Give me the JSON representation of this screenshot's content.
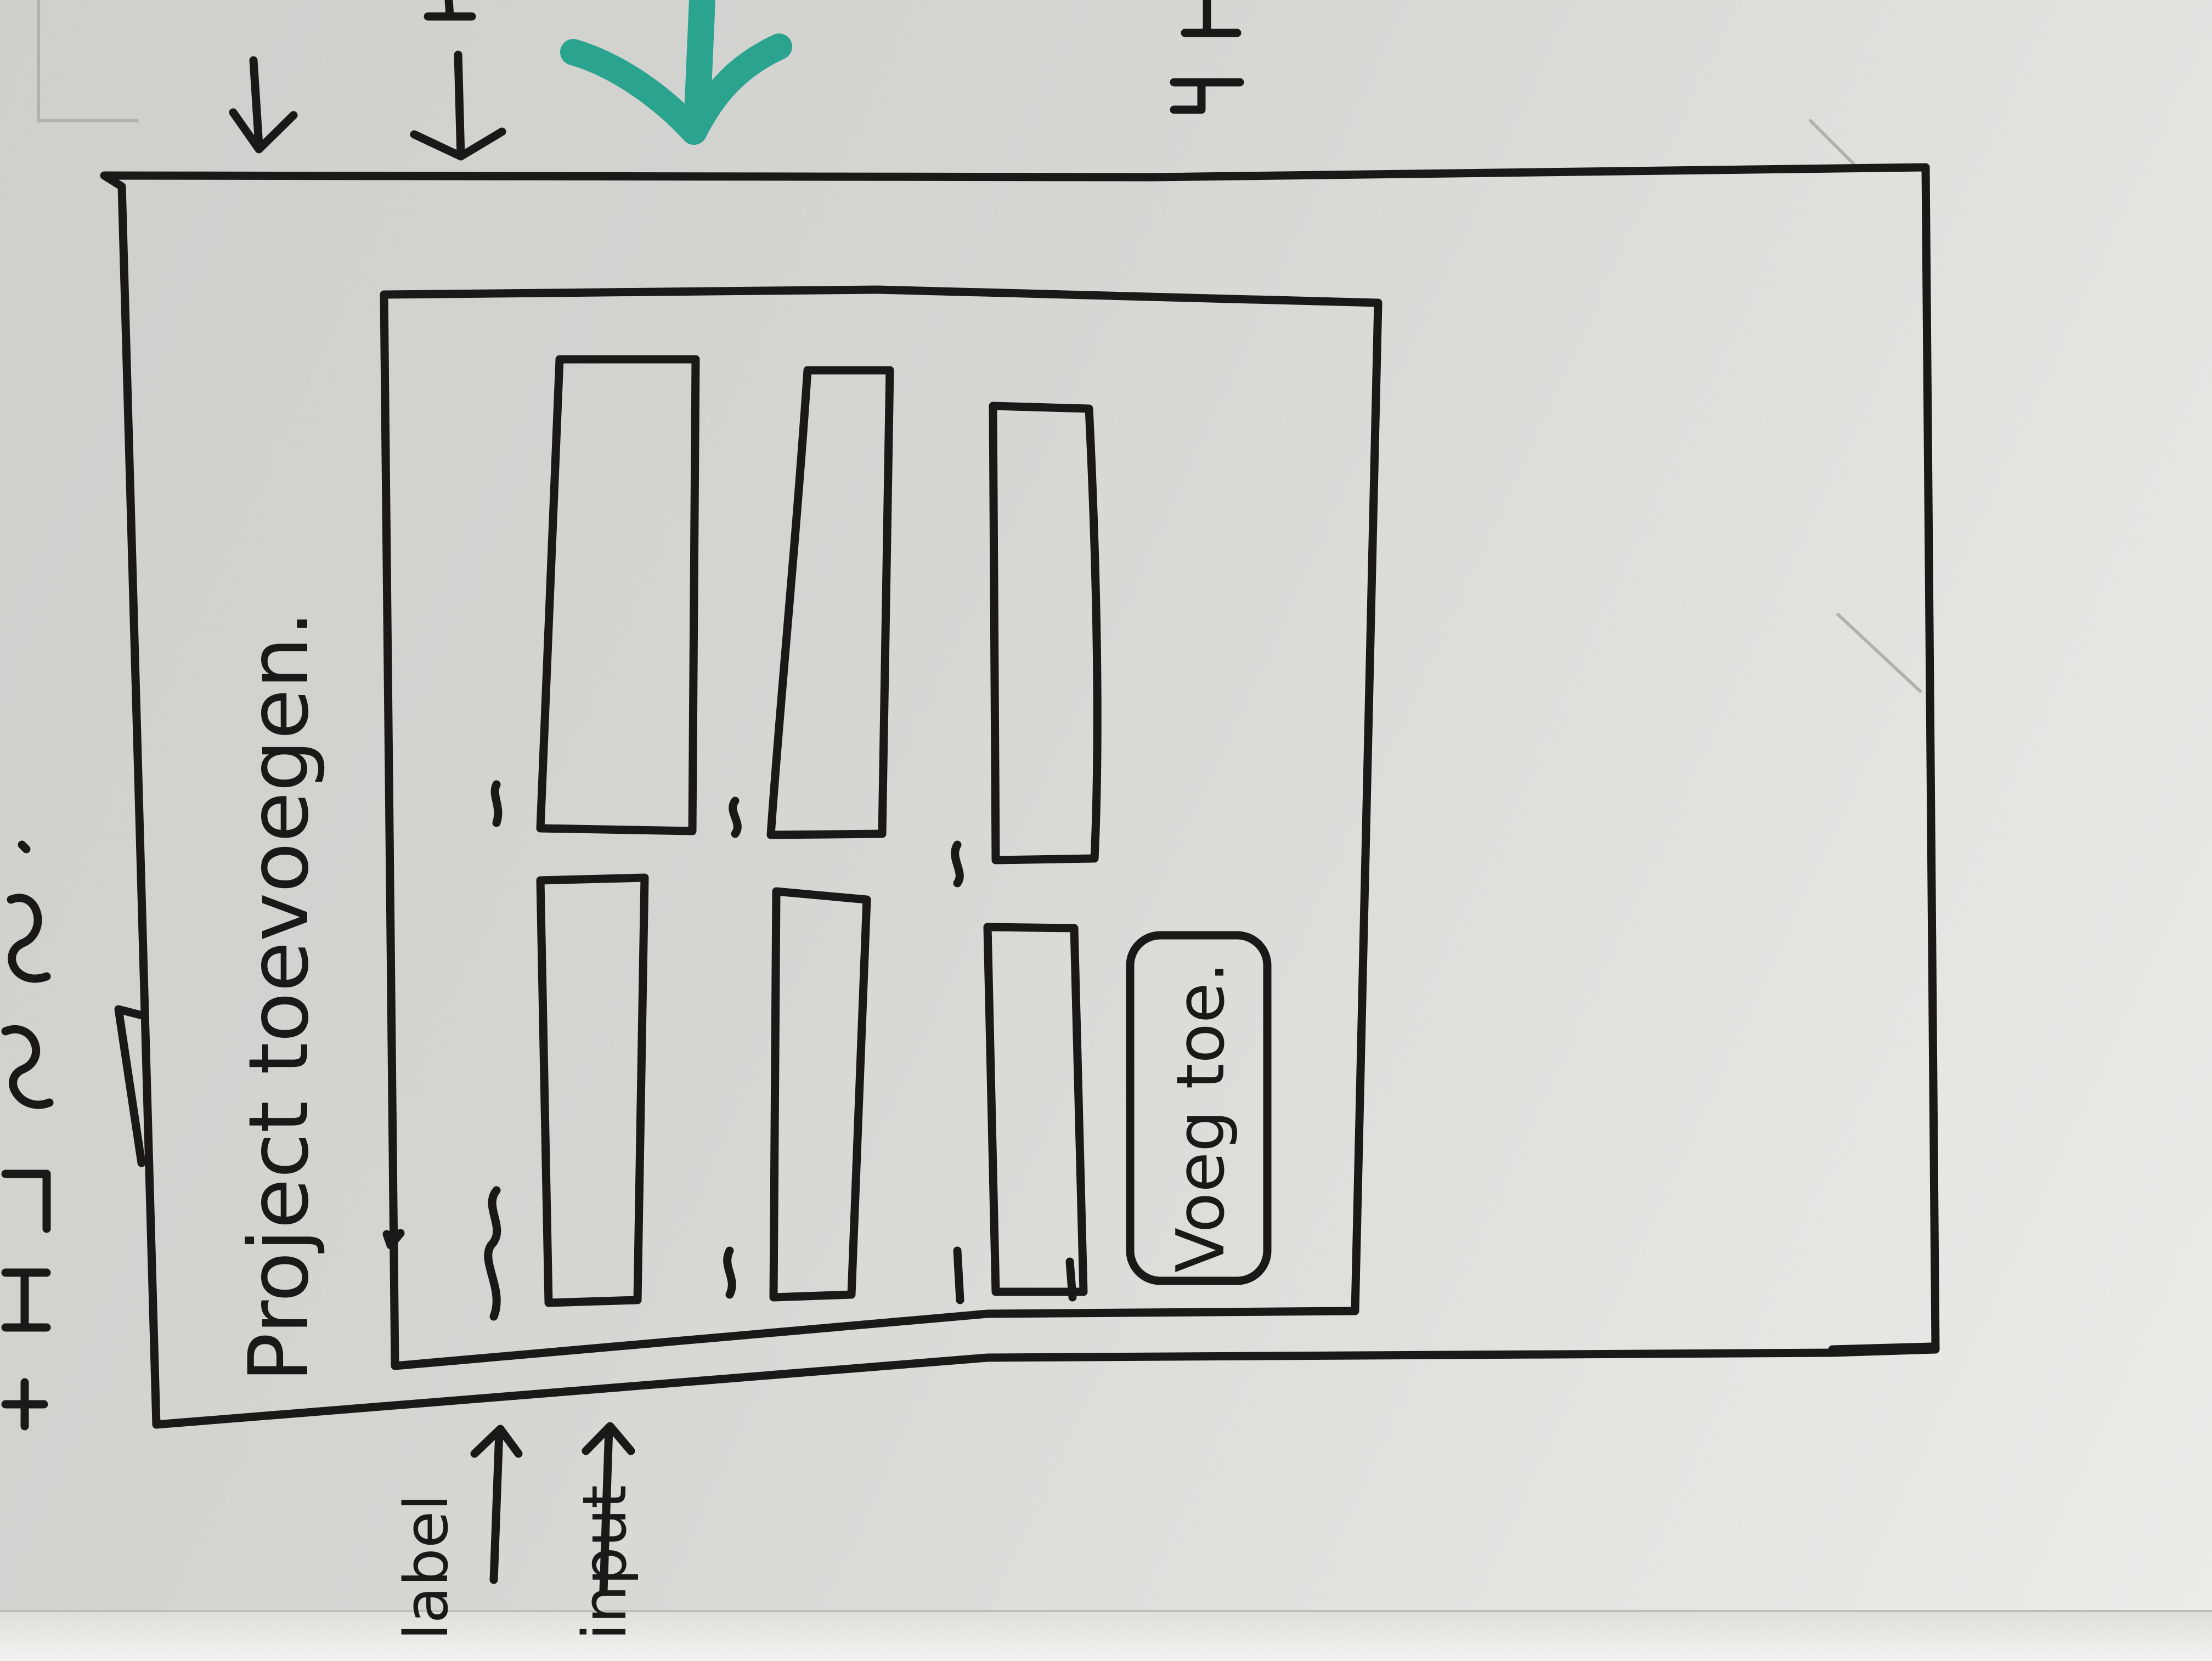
{
  "form": {
    "title": "Project toevoegen.",
    "button_label": "Voeg toe."
  },
  "annotations": {
    "label": "label",
    "input": "input"
  },
  "colors": {
    "ink": "#1b1918",
    "marker": "#2aa38f",
    "paper": "#d6d6d3"
  }
}
